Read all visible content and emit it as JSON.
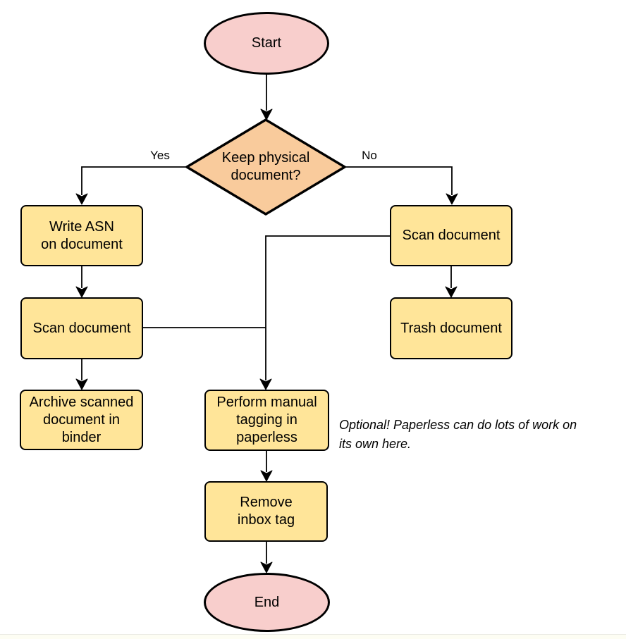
{
  "diagram": {
    "type": "flowchart",
    "background": "#ffffff",
    "colors": {
      "terminal_fill": "#f8cecc",
      "decision_fill": "#f9cb9c",
      "process_fill": "#ffe599",
      "shape_border": "#000000",
      "connector": "#000000",
      "text": "#000000"
    },
    "nodes": [
      {
        "id": "start",
        "type": "terminal",
        "label": "Start"
      },
      {
        "id": "decision",
        "type": "decision",
        "label": "Keep physical\ndocument?"
      },
      {
        "id": "write-asn",
        "type": "process",
        "label": "Write ASN\non document"
      },
      {
        "id": "scan-left",
        "type": "process",
        "label": "Scan document"
      },
      {
        "id": "archive",
        "type": "process",
        "label": "Archive scanned\ndocument in\nbinder"
      },
      {
        "id": "scan-right",
        "type": "process",
        "label": "Scan document"
      },
      {
        "id": "trash",
        "type": "process",
        "label": "Trash document"
      },
      {
        "id": "tagging",
        "type": "process",
        "label": "Perform manual\ntagging in\npaperless"
      },
      {
        "id": "remove-inbox",
        "type": "process",
        "label": "Remove\ninbox tag"
      },
      {
        "id": "end",
        "type": "terminal",
        "label": "End"
      }
    ],
    "edge_labels": {
      "yes": "Yes",
      "no": "No"
    },
    "note": "Optional! Paperless can do lots of work on\nits own here."
  }
}
